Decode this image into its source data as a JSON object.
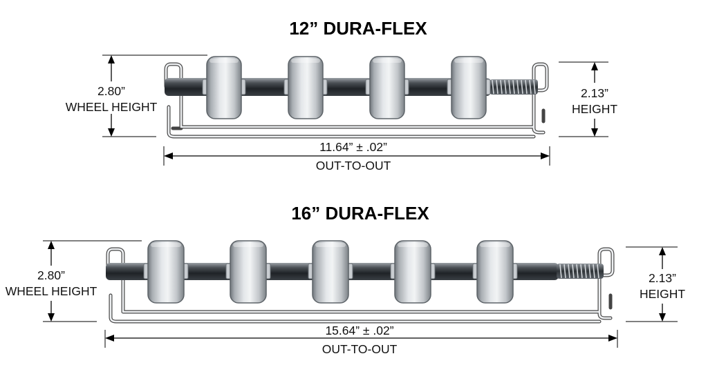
{
  "diagrams": [
    {
      "title": "12” DURA-FLEX",
      "wheel_count": 4,
      "left_dim": {
        "value": "2.80”",
        "label": "WHEEL HEIGHT"
      },
      "right_dim": {
        "value": "2.13”",
        "label": "HEIGHT"
      },
      "length_dim": {
        "value": "11.64” ± .02”",
        "label": "OUT-TO-OUT"
      }
    },
    {
      "title": "16” DURA-FLEX",
      "wheel_count": 5,
      "left_dim": {
        "value": "2.80”",
        "label": "WHEEL HEIGHT"
      },
      "right_dim": {
        "value": "2.13”",
        "label": "HEIGHT"
      },
      "length_dim": {
        "value": "15.64” ± .02”",
        "label": "OUT-TO-OUT"
      }
    }
  ]
}
